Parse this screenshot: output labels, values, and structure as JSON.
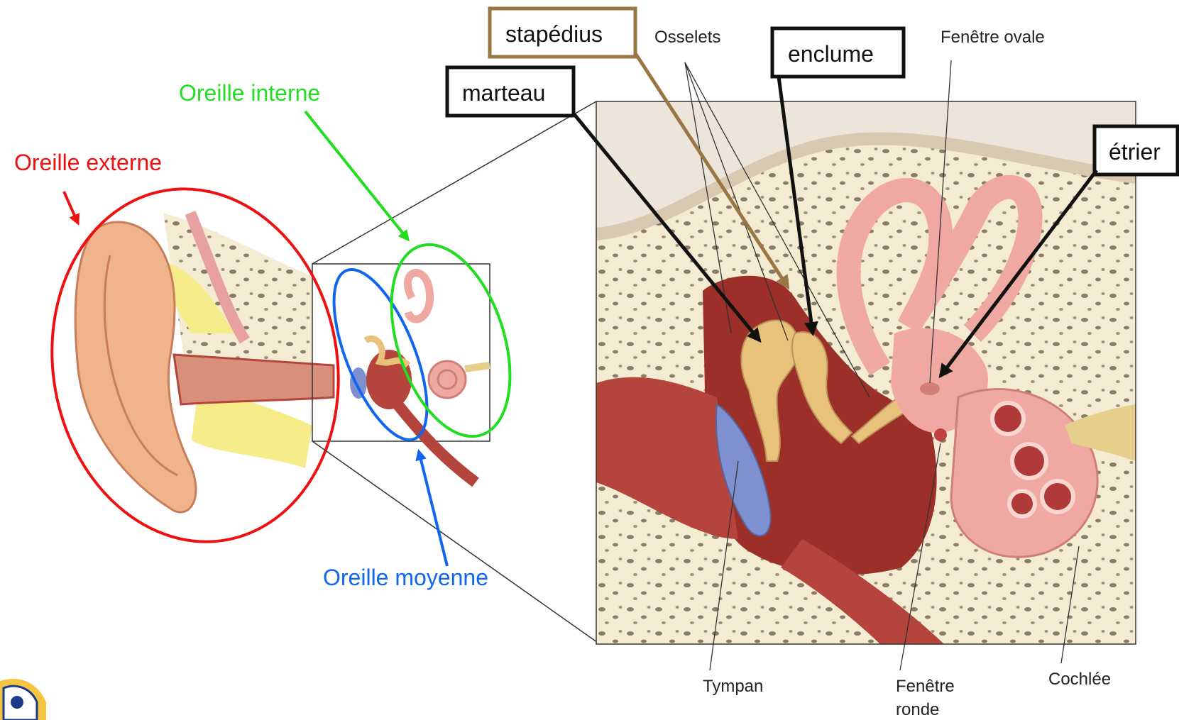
{
  "regions": {
    "external": {
      "label": "Oreille externe",
      "color": "#ee1111"
    },
    "internal": {
      "label": "Oreille interne",
      "color": "#22dd22"
    },
    "middle": {
      "label": "Oreille moyenne",
      "color": "#1166ee"
    }
  },
  "boxed_labels": {
    "stapedius": {
      "label": "stapédius",
      "border_color": "#9b7645"
    },
    "marteau": {
      "label": "marteau",
      "border_color": "#111111"
    },
    "enclume": {
      "label": "enclume",
      "border_color": "#111111"
    },
    "etrier": {
      "label": "étrier",
      "border_color": "#111111"
    }
  },
  "anatomy_labels": {
    "osselets": "Osselets",
    "fenetre_ovale": "Fenêtre ovale",
    "tympan": "Tympan",
    "fenetre_ronde_line1": "Fenêtre",
    "fenetre_ronde_line2": "ronde",
    "cochlee": "Cochlée"
  },
  "colors": {
    "skin": "#f0b48c",
    "canal": "#b5443c",
    "cavity": "#9c3029",
    "bone": "#f4ecd2",
    "ossicle": "#e8c27a",
    "labyrinth": "#f0a9a2",
    "tympanum": "#7e90cf",
    "cartilage": "#f7ec8a",
    "nerve": "#e6cf8a"
  }
}
